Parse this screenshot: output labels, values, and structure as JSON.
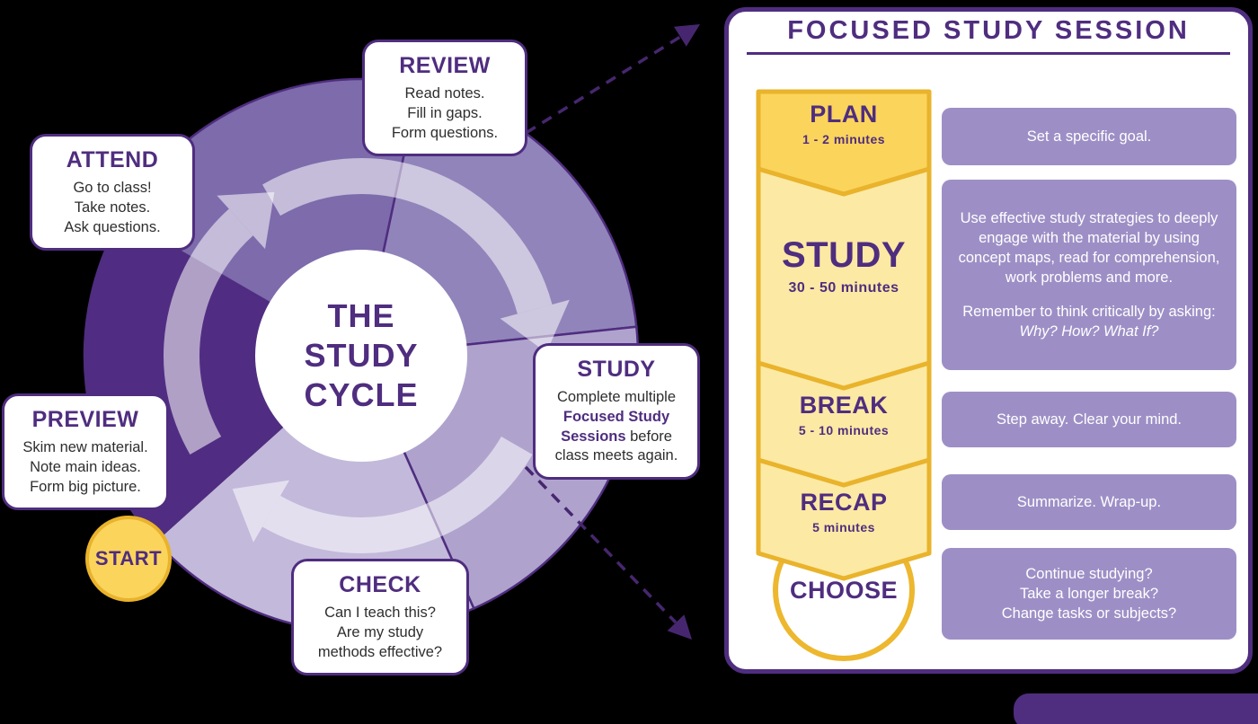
{
  "colors": {
    "purple_dark": "#4F2D7F",
    "purple_segment_attend": "#7D6BAC",
    "purple_segment_review": "#9184BA",
    "purple_segment_study": "#AFA3CE",
    "purple_segment_check": "#C3B9DB",
    "purple_segment_preview": "#502D82",
    "purple_desc_box": "#9D8FC6",
    "gold_border": "#E9B32B",
    "yellow_bright": "#FBD45C",
    "yellow_pale": "#FCE9A4"
  },
  "cycle": {
    "center": {
      "line1": "THE",
      "line2": "STUDY",
      "line3": "CYCLE"
    },
    "start_label": "START",
    "cards": [
      {
        "title": "REVIEW",
        "lines": [
          "Read notes.",
          "Fill in gaps.",
          "Form questions."
        ]
      },
      {
        "title": "ATTEND",
        "lines": [
          "Go to class!",
          "Take notes.",
          "Ask questions."
        ]
      },
      {
        "title": "PREVIEW",
        "lines": [
          "Skim new material.",
          "Note main ideas.",
          "Form big picture."
        ]
      },
      {
        "title": "CHECK",
        "lines": [
          "Can I teach this?",
          "Are my study",
          "methods effective?"
        ]
      },
      {
        "title": "STUDY",
        "body_pre": "Complete multiple ",
        "body_bold": "Focused Study Sessions",
        "body_post": " before class meets again."
      }
    ]
  },
  "session": {
    "title": "FOCUSED STUDY SESSION",
    "steps": [
      {
        "name": "PLAN",
        "duration": "1 - 2 minutes",
        "desc": "Set a specific goal."
      },
      {
        "name": "STUDY",
        "duration": "30 - 50 minutes",
        "desc_p1": "Use effective study strategies to deeply engage with the material by using concept maps, read for comprehension, work problems and more.",
        "desc_p2_pre": "Remember to think critically by asking: ",
        "desc_p2_italic": "Why? How? What If?"
      },
      {
        "name": "BREAK",
        "duration": "5 - 10 minutes",
        "desc": "Step away. Clear your mind."
      },
      {
        "name": "RECAP",
        "duration": "5 minutes",
        "desc": "Summarize. Wrap-up."
      },
      {
        "name": "CHOOSE",
        "desc_lines": [
          "Continue studying?",
          "Take a longer break?",
          "Change tasks or subjects?"
        ]
      }
    ]
  }
}
